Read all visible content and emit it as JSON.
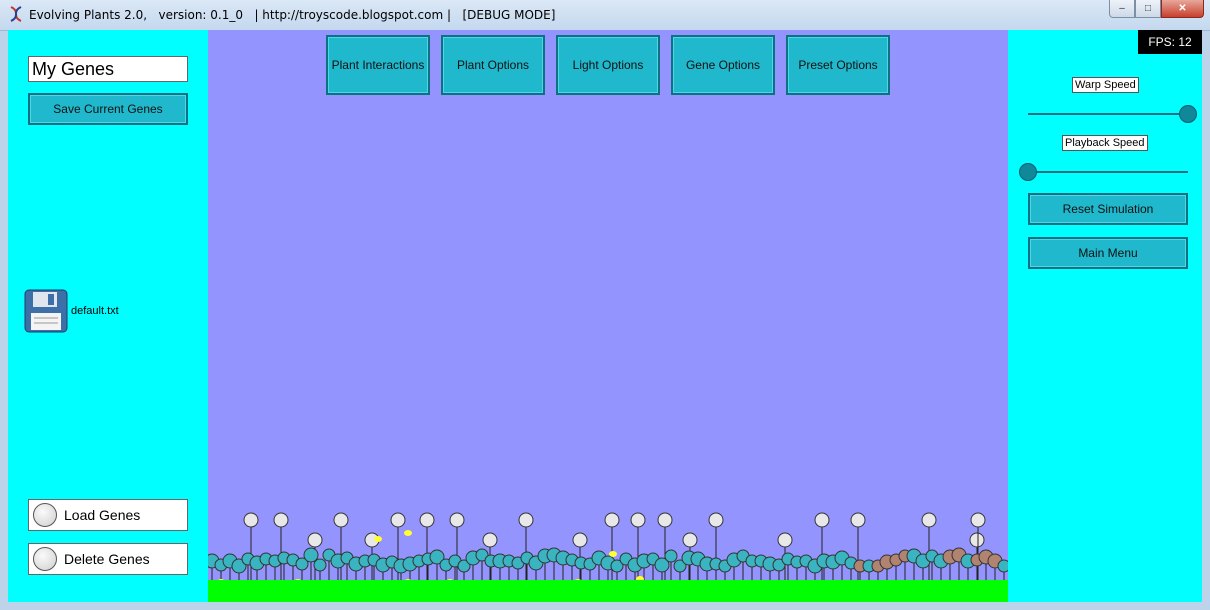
{
  "window": {
    "title": "Evolving Plants 2.0,   version: 0.1_0   | http://troyscode.blogspot.com |   [DEBUG MODE]",
    "controls": {
      "minimize": "–",
      "maximize": "□",
      "close": "✕"
    }
  },
  "left_panel": {
    "genes_name_value": "My Genes",
    "save_button": "Save Current Genes",
    "file": {
      "name": "default.txt",
      "icon": "floppy-disk-icon"
    },
    "load_button": "Load Genes",
    "delete_button": "Delete Genes"
  },
  "toolbar": {
    "plant_interactions": "Plant Interactions",
    "plant_options": "Plant Options",
    "light_options": "Light Options",
    "gene_options": "Gene Options",
    "preset_options": "Preset Options"
  },
  "right_panel": {
    "fps": "FPS: 12",
    "warp_speed_label": "Warp Speed",
    "warp_speed_value": 1.0,
    "playback_speed_label": "Playback Speed",
    "playback_speed_value": 0.0,
    "reset_button": "Reset Simulation",
    "main_menu_button": "Main Menu"
  },
  "colors": {
    "panel": "#00ffff",
    "sky": "#9494ff",
    "ground": "#00ff00",
    "button": "#20b8cc",
    "plant_teal": "#3ab4c0",
    "plant_brown": "#b08470",
    "plant_white": "#e8e8e8",
    "seed": "#ffff33"
  }
}
